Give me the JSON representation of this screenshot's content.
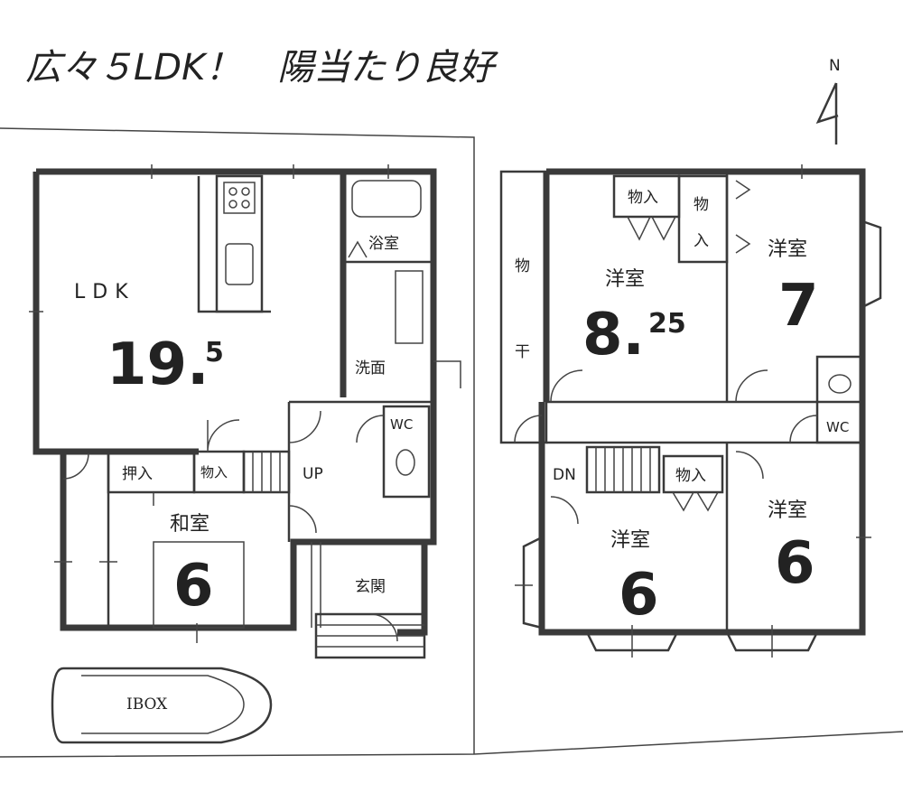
{
  "title": "広々５LDK！　陽当たり良好",
  "north": "N",
  "floor1": {
    "ldk_label": "LDK",
    "ldk_size": "19.",
    "ldk_size_frac": "5",
    "bath": "浴室",
    "washroom": "洗面",
    "wc": "WC",
    "closet_oshiire": "押入",
    "storage": "物入",
    "up": "UP",
    "washitsu": "和室",
    "washitsu_size": "6",
    "entrance": "玄関",
    "car": "IBOX"
  },
  "floor2": {
    "storage_a": "物入",
    "storage_b_top": "物",
    "storage_b_bottom": "入",
    "drying_top": "物",
    "drying_bottom": "干",
    "room_a": "洋室",
    "room_a_size": "8.",
    "room_a_size_frac": "25",
    "room_b": "洋室",
    "room_b_size": "7",
    "wc": "WC",
    "dn": "DN",
    "storage_c": "物入",
    "room_c": "洋室",
    "room_c_size": "6",
    "room_d": "洋室",
    "room_d_size": "6"
  }
}
